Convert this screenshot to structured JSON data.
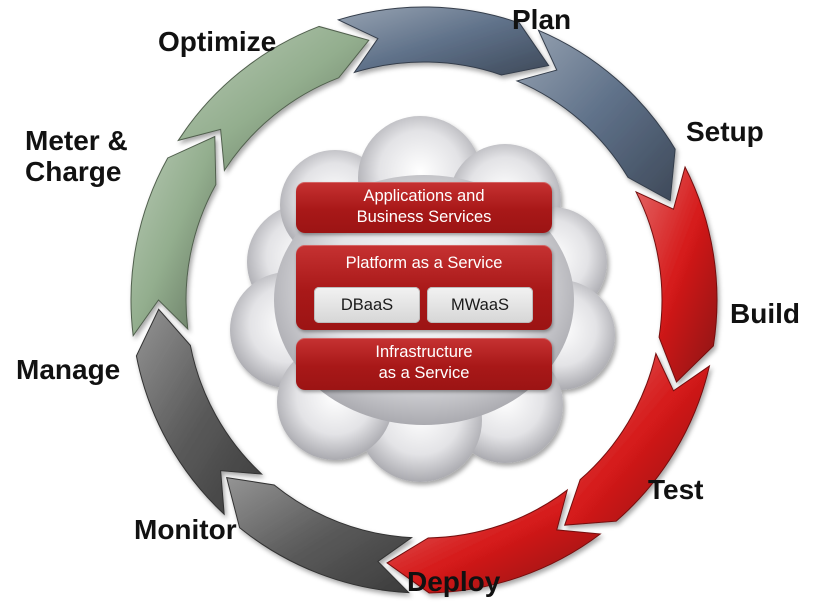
{
  "colors": {
    "plan_setup": "#5f7189",
    "build_test_deploy": "#d51a1a",
    "monitor_manage": "#5b5b5b",
    "meter_optimize": "#93ae8e",
    "layer_red": "#ad1c1c",
    "cloud_gray": "#b9b9bd"
  },
  "stages": [
    {
      "id": "plan",
      "lines": [
        "Plan"
      ],
      "color_group": "plan_setup"
    },
    {
      "id": "setup",
      "lines": [
        "Setup"
      ],
      "color_group": "plan_setup"
    },
    {
      "id": "build",
      "lines": [
        "Build"
      ],
      "color_group": "build_test_deploy"
    },
    {
      "id": "test",
      "lines": [
        "Test"
      ],
      "color_group": "build_test_deploy"
    },
    {
      "id": "deploy",
      "lines": [
        "Deploy"
      ],
      "color_group": "build_test_deploy"
    },
    {
      "id": "monitor",
      "lines": [
        "Monitor"
      ],
      "color_group": "monitor_manage"
    },
    {
      "id": "manage",
      "lines": [
        "Manage"
      ],
      "color_group": "monitor_manage"
    },
    {
      "id": "meter-charge",
      "lines": [
        "Meter &",
        "Charge"
      ],
      "color_group": "meter_optimize"
    },
    {
      "id": "optimize",
      "lines": [
        "Optimize"
      ],
      "color_group": "meter_optimize"
    }
  ],
  "layers": {
    "applications": {
      "line1": "Applications and",
      "line2": "Business Services"
    },
    "platform": {
      "title": "Platform as a Service",
      "dbaas": "DBaaS",
      "mwaas": "MWaaS"
    },
    "infrastructure": {
      "line1": "Infrastructure",
      "line2": "as a Service"
    }
  }
}
